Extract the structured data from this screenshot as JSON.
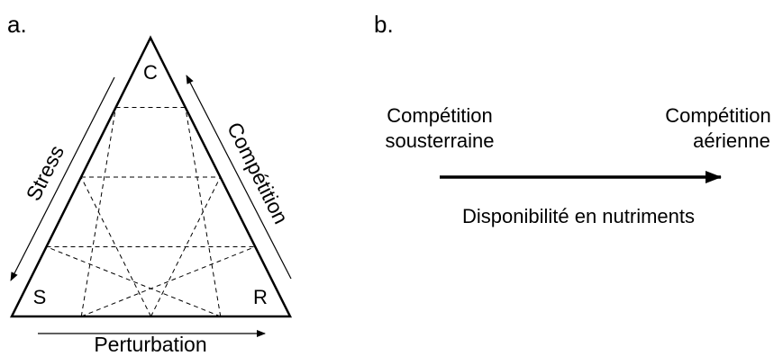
{
  "panel_a": {
    "label": "a.",
    "corners": {
      "top": "C",
      "left": "S",
      "right": "R"
    },
    "axes": {
      "left": "Stress",
      "right": "Compétition",
      "bottom": "Perturbation"
    }
  },
  "panel_b": {
    "label": "b.",
    "start": {
      "line1": "Compétition",
      "line2": "sousterraine"
    },
    "end": {
      "line1": "Compétition",
      "line2": "aérienne"
    },
    "axis": "Disponibilité en nutriments"
  }
}
